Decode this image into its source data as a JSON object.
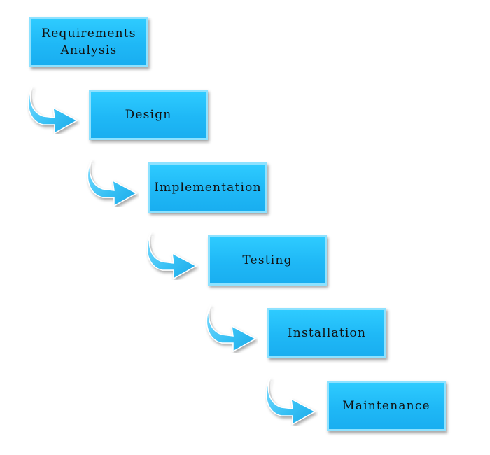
{
  "stages": [
    {
      "label": "Requirements\nAnalysis"
    },
    {
      "label": "Design"
    },
    {
      "label": "Implementation"
    },
    {
      "label": "Testing"
    },
    {
      "label": "Installation"
    },
    {
      "label": "Maintenance"
    }
  ],
  "colors": {
    "box_fill": "#1fb8f6",
    "box_border": "#8ee2ff",
    "arrow_fill": "#3ec3f5",
    "text": "#111111"
  },
  "connector_icon": "curved-arrow-icon"
}
